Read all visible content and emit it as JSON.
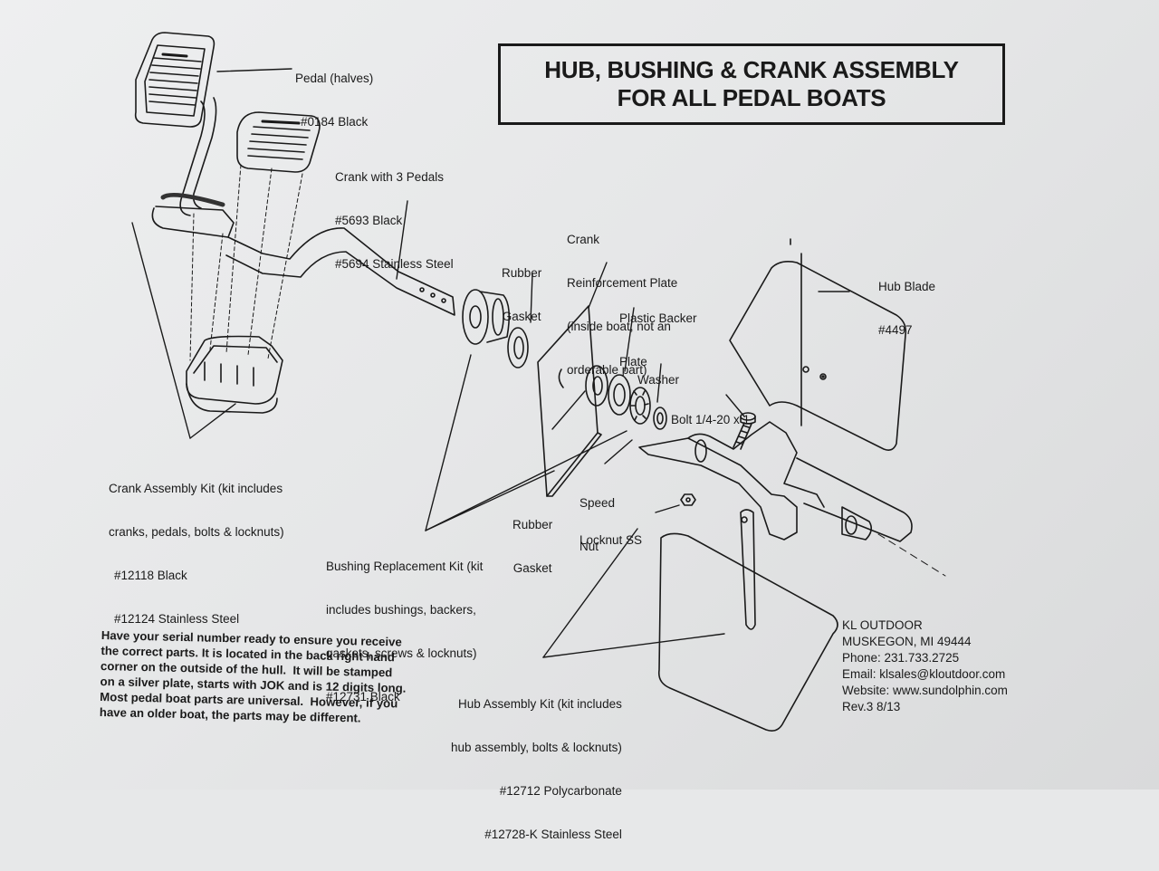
{
  "title": {
    "line1": "HUB, BUSHING & CRANK ASSEMBLY",
    "line2": "FOR ALL PEDAL BOATS"
  },
  "labels": {
    "pedal": [
      "Pedal (halves)",
      "#0184 Black"
    ],
    "crank": [
      "Crank with 3 Pedals",
      "#5693 Black",
      "#5694 Stainless Steel"
    ],
    "rubber_gasket_top": [
      "Rubber",
      "Gasket"
    ],
    "reinforcement_plate": [
      "Crank",
      "Reinforcement Plate",
      "(inside boat, not an",
      "orderable part)"
    ],
    "plastic_backer": [
      "Plastic Backer",
      "Plate"
    ],
    "washer": [
      "Washer"
    ],
    "bolt": [
      "Bolt 1/4-20 x 1"
    ],
    "hub_blade": [
      "Hub Blade",
      "#4497"
    ],
    "crank_kit": [
      "Crank Assembly Kit (kit includes",
      "cranks, pedals, bolts & locknuts)",
      "#12118 Black",
      "#12124 Stainless Steel"
    ],
    "speed_nut": [
      "Speed",
      "Nut"
    ],
    "rubber_gasket_bottom": [
      "Rubber",
      "Gasket"
    ],
    "locknut": [
      "Locknut SS"
    ],
    "bushing_kit": [
      "Bushing Replacement Kit (kit",
      "includes bushings, backers,",
      "gaskets, screws & locknuts)",
      "#12731 Black"
    ],
    "hub_kit": [
      "Hub Assembly Kit (kit includes",
      "hub assembly, bolts & locknuts)",
      "#12712 Polycarbonate",
      "#12728-K Stainless Steel"
    ]
  },
  "note": [
    "Have your serial number ready to ensure you receive",
    "the correct parts. It is located in the back right hand",
    "corner on the outside of the hull.  It will be stamped",
    "on a silver plate, starts with JOK and is 12 digits long.",
    "Most pedal boat parts are universal.  However, if you",
    "have an older boat, the parts may be different."
  ],
  "contact": {
    "company": "KL OUTDOOR",
    "address": "MUSKEGON, MI 49444",
    "phone": "Phone: 231.733.2725",
    "email": "Email: klsales@kloutdoor.com",
    "website": "Website: www.sundolphin.com",
    "revision": "Rev.3 8/13"
  }
}
